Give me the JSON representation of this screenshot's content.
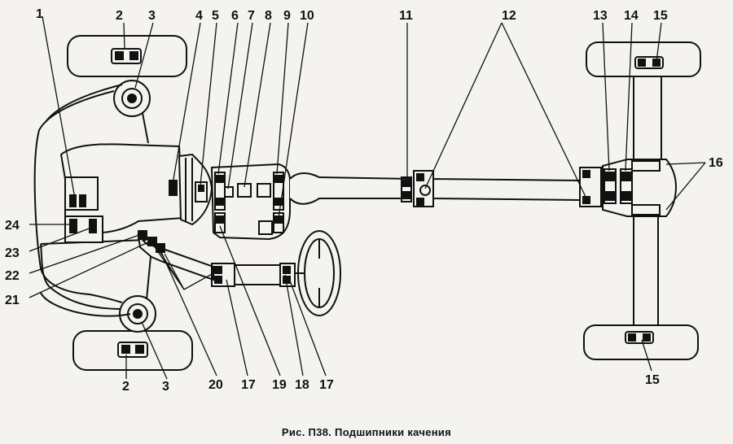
{
  "caption": "Рис. П38. Подшипники качения",
  "callouts": [
    {
      "id": "c1",
      "text": "1"
    },
    {
      "id": "c2a",
      "text": "2"
    },
    {
      "id": "c3a",
      "text": "3"
    },
    {
      "id": "c4",
      "text": "4"
    },
    {
      "id": "c5",
      "text": "5"
    },
    {
      "id": "c6",
      "text": "6"
    },
    {
      "id": "c7",
      "text": "7"
    },
    {
      "id": "c8",
      "text": "8"
    },
    {
      "id": "c9",
      "text": "9"
    },
    {
      "id": "c10",
      "text": "10"
    },
    {
      "id": "c11",
      "text": "11"
    },
    {
      "id": "c12",
      "text": "12"
    },
    {
      "id": "c13",
      "text": "13"
    },
    {
      "id": "c14",
      "text": "14"
    },
    {
      "id": "c15a",
      "text": "15"
    },
    {
      "id": "c16",
      "text": "16"
    },
    {
      "id": "c24",
      "text": "24"
    },
    {
      "id": "c23",
      "text": "23"
    },
    {
      "id": "c22",
      "text": "22"
    },
    {
      "id": "c21",
      "text": "21"
    },
    {
      "id": "c2b",
      "text": "2"
    },
    {
      "id": "c3b",
      "text": "3"
    },
    {
      "id": "c20",
      "text": "20"
    },
    {
      "id": "c17a",
      "text": "17"
    },
    {
      "id": "c19",
      "text": "19"
    },
    {
      "id": "c18",
      "text": "18"
    },
    {
      "id": "c17b",
      "text": "17"
    },
    {
      "id": "c15b",
      "text": "15"
    }
  ]
}
